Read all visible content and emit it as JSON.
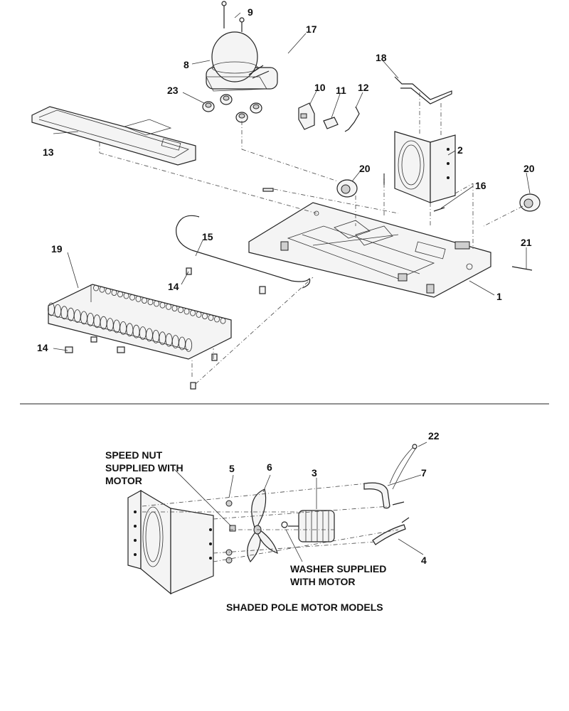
{
  "parts": {
    "p1": "1",
    "p2": "2",
    "p3": "3",
    "p4": "4",
    "p5": "5",
    "p6": "6",
    "p7": "7",
    "p8": "8",
    "p9": "9",
    "p10": "10",
    "p11": "11",
    "p12": "12",
    "p13": "13",
    "p14a": "14",
    "p14b": "14",
    "p15": "15",
    "p16": "16",
    "p17": "17",
    "p18": "18",
    "p19": "19",
    "p20a": "20",
    "p20b": "20",
    "p21": "21",
    "p22": "22",
    "p23": "23"
  },
  "callouts": {
    "speed_nut": [
      "SPEED NUT",
      "SUPPLIED WITH",
      "MOTOR"
    ],
    "washer": [
      "WASHER SUPPLIED",
      "WITH MOTOR"
    ]
  },
  "caption": "SHADED POLE MOTOR MODELS"
}
